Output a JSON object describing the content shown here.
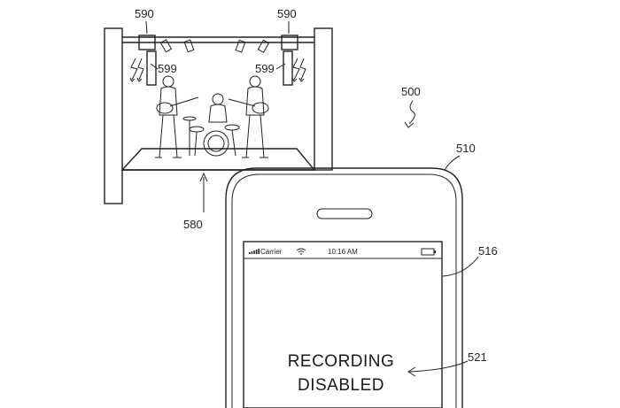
{
  "labels": {
    "light_left": "590",
    "light_right": "590",
    "beam_left": "599",
    "beam_right": "599",
    "system": "500",
    "device": "510",
    "display": "516",
    "venue": "580",
    "message_ref": "521"
  },
  "status_bar": {
    "carrier": "Carrier",
    "time": "10:16 AM",
    "signal_icon": "signal-bars-icon",
    "wifi_icon": "wifi-icon",
    "battery_icon": "battery-icon"
  },
  "screen": {
    "message_line1": "RECORDING",
    "message_line2": "DISABLED"
  }
}
